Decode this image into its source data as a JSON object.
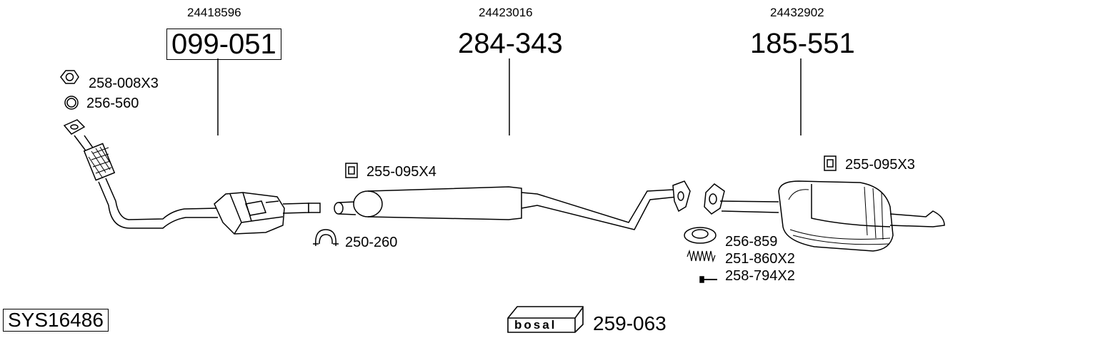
{
  "sections": [
    {
      "oem": "24418596",
      "part": "099-051"
    },
    {
      "oem": "24423016",
      "part": "284-343"
    },
    {
      "oem": "24432902",
      "part": "185-551"
    }
  ],
  "accessories": {
    "nut": "258-008X3",
    "gasket_ring": "256-560",
    "hanger_front": "255-095X4",
    "clamp": "250-260",
    "hanger_rear": "255-095X3",
    "seal": "256-859",
    "spring": "251-860X2",
    "bolt": "258-794X2"
  },
  "system_code": "SYS16486",
  "brand": "bosal",
  "kit_code": "259-063"
}
